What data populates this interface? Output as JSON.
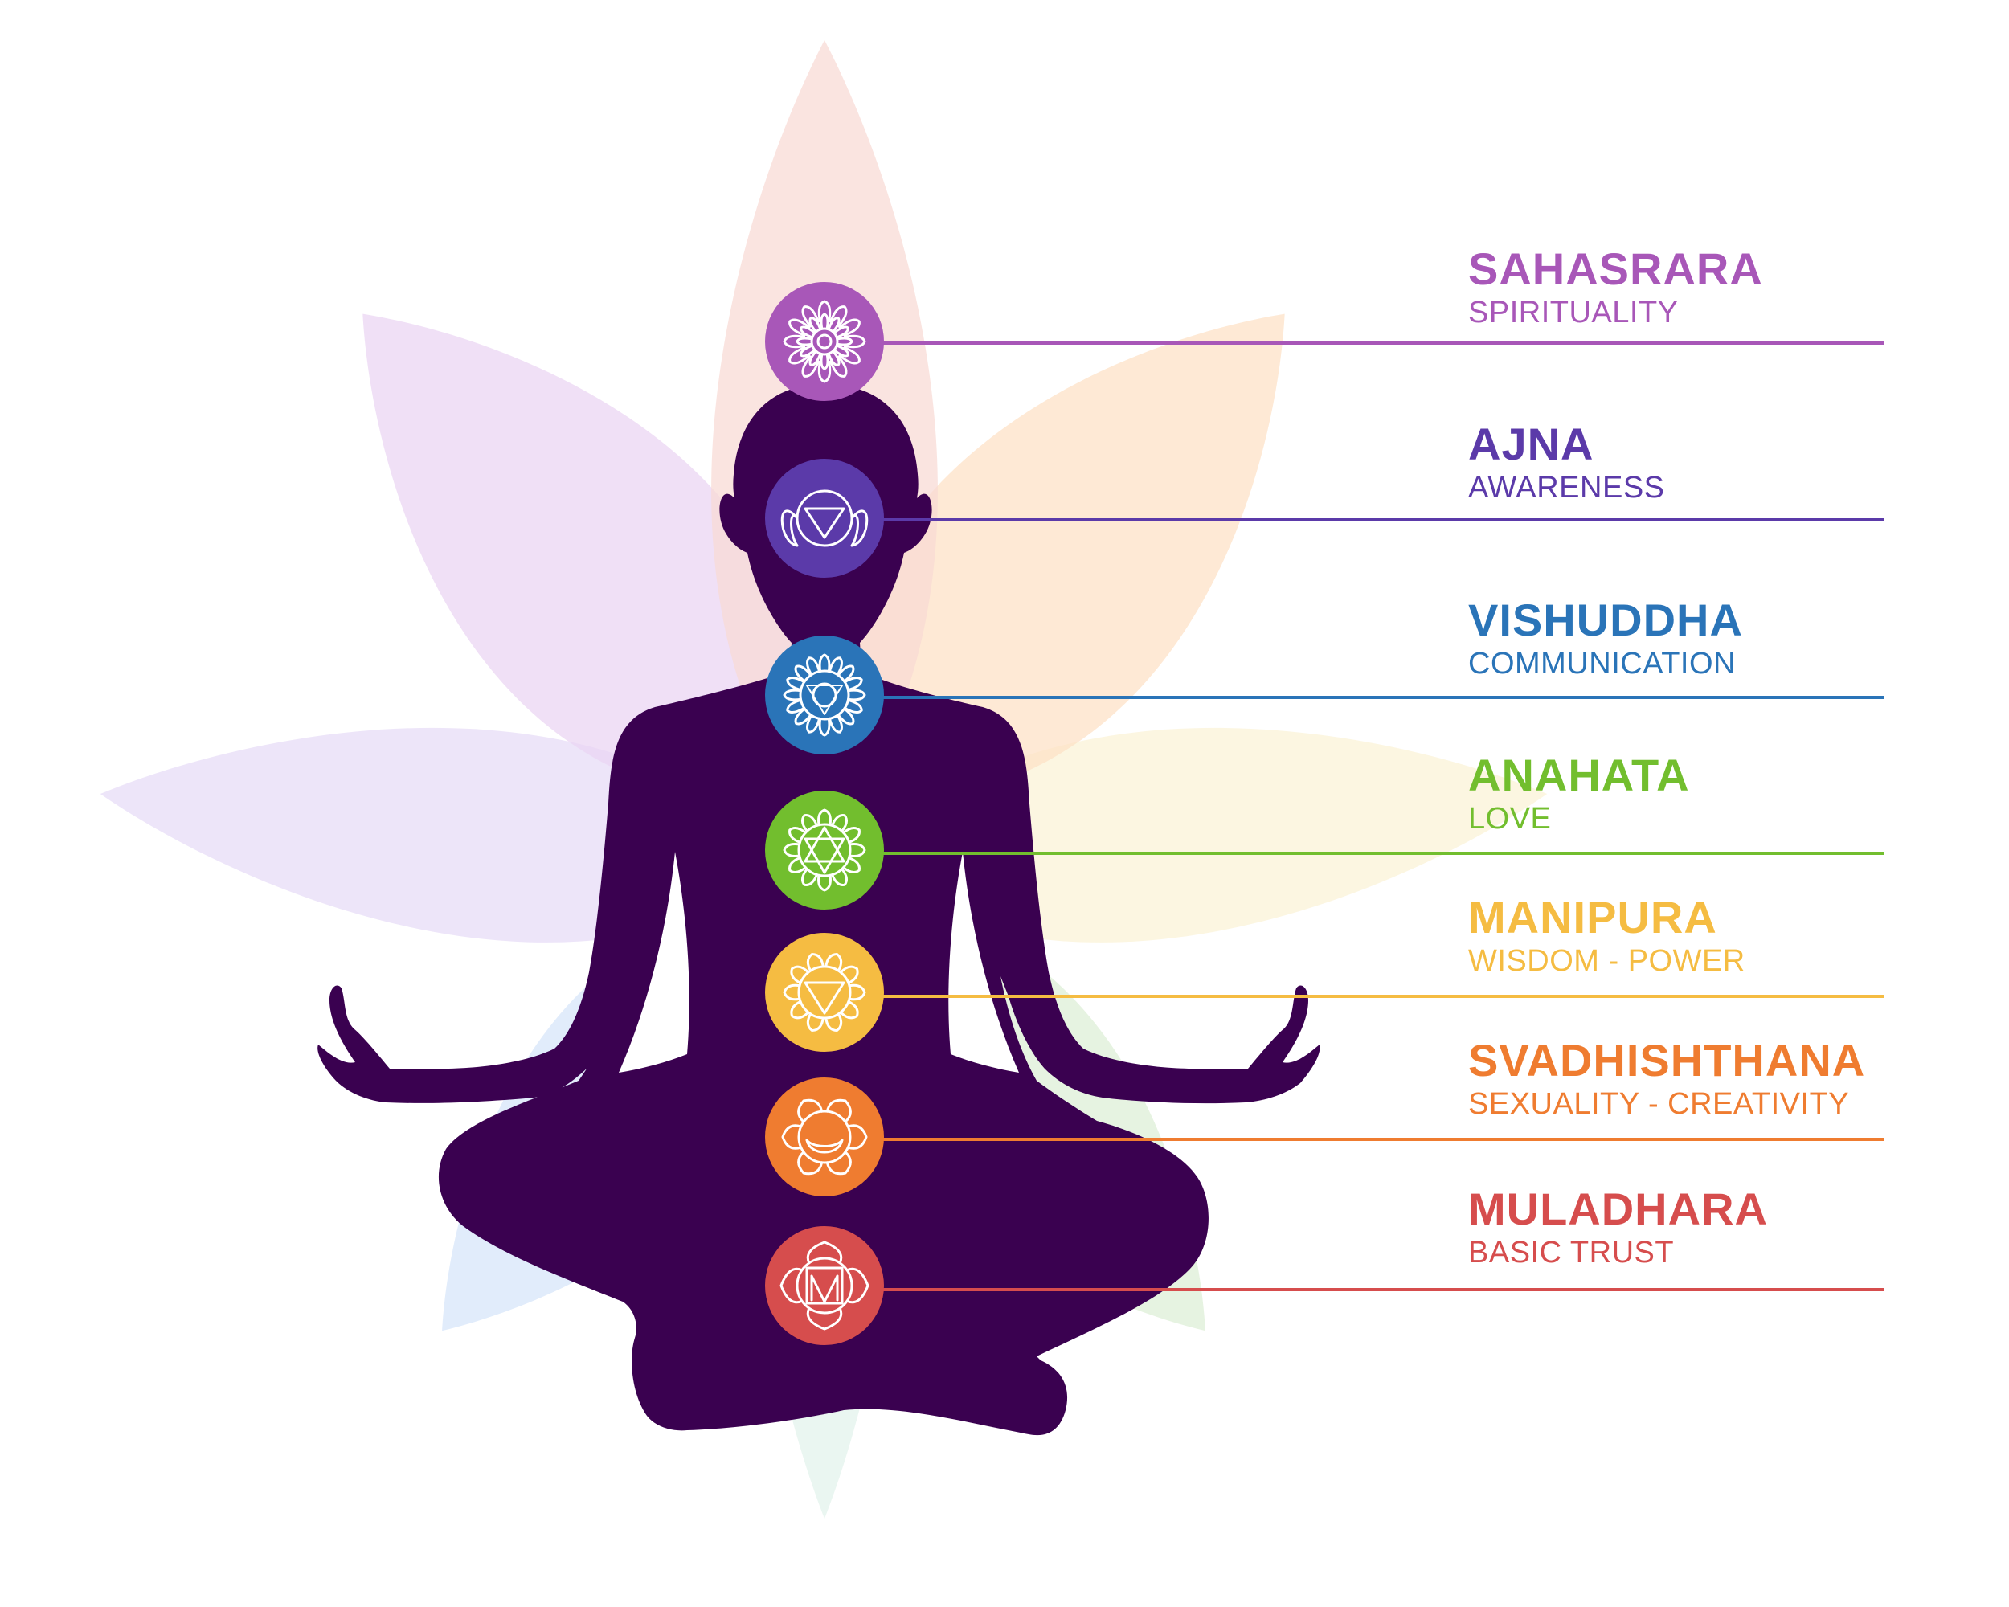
{
  "colors": {
    "silhouette": "#3a0150",
    "background": "#ffffff"
  },
  "petals": [
    {
      "name": "top",
      "color": "#f8d9d4"
    },
    {
      "name": "upper-left",
      "color": "#ead4f2"
    },
    {
      "name": "upper-right",
      "color": "#fde0c5"
    },
    {
      "name": "left",
      "color": "#e6dbf6"
    },
    {
      "name": "right",
      "color": "#fbf3d6"
    },
    {
      "name": "lower-left",
      "color": "#d5e5fa"
    },
    {
      "name": "lower-right",
      "color": "#dcefd6"
    },
    {
      "name": "bottom",
      "color": "#e2f2ec"
    }
  ],
  "chakras": [
    {
      "id": "sahasrara",
      "name": "SAHASRARA",
      "meaning": "SPIRITUALITY",
      "color": "#a857b8",
      "icon": "lotus-crown-icon"
    },
    {
      "id": "ajna",
      "name": "AJNA",
      "meaning": "AWARENESS",
      "color": "#5b3aa9",
      "icon": "third-eye-icon"
    },
    {
      "id": "vishuddha",
      "name": "VISHUDDHA",
      "meaning": "COMMUNICATION",
      "color": "#2a74b8",
      "icon": "throat-lotus-icon"
    },
    {
      "id": "anahata",
      "name": "ANAHATA",
      "meaning": "LOVE",
      "color": "#72be2e",
      "icon": "hexagram-icon"
    },
    {
      "id": "manipura",
      "name": "MANIPURA",
      "meaning": "WISDOM - POWER",
      "color": "#f5bc42",
      "icon": "triangle-lotus-icon"
    },
    {
      "id": "svadhishthana",
      "name": "SVADHISHTHANA",
      "meaning": "SEXUALITY - CREATIVITY",
      "color": "#ef7c30",
      "icon": "crescent-lotus-icon"
    },
    {
      "id": "muladhara",
      "name": "MULADHARA",
      "meaning": "BASIC TRUST",
      "color": "#d64d4d",
      "icon": "square-lotus-icon"
    }
  ]
}
